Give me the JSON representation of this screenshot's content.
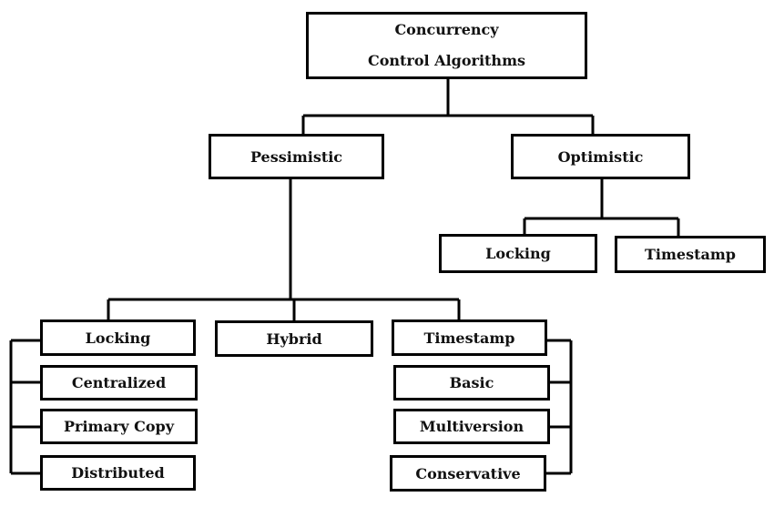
{
  "diagram": {
    "root": {
      "line1": "Concurrency",
      "line2": "Control Algorithms"
    },
    "pessimistic": {
      "label": "Pessimistic",
      "groups": {
        "locking": {
          "label": "Locking",
          "children": [
            "Centralized",
            "Primary Copy",
            "Distributed"
          ]
        },
        "hybrid": {
          "label": "Hybrid"
        },
        "timestamp": {
          "label": "Timestamp",
          "children": [
            "Basic",
            "Multiversion",
            "Conservative"
          ]
        }
      }
    },
    "optimistic": {
      "label": "Optimistic",
      "children": [
        "Locking",
        "Timestamp"
      ]
    }
  }
}
